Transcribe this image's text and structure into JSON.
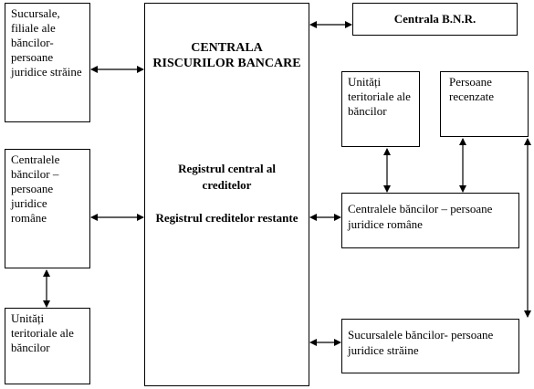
{
  "center": {
    "title": "CENTRALA RISCURILOR BANCARE",
    "sub1": "Registrul central al creditelor",
    "sub2": "Registrul creditelor restante"
  },
  "left": {
    "box1": "Sucursale, filiale ale băncilor-persoane juridice străine",
    "box2": "Centralele băncilor – persoane juridice române",
    "box3": "Unități teritoriale ale băncilor"
  },
  "right": {
    "bnr": "Centrala B.N.R.",
    "unitati": "Unități teritoriale ale băncilor",
    "persoane": "Persoane recenzate",
    "centralele": "Centralele băncilor – persoane juridice române",
    "sucursalele": "Sucursalele băncilor- persoane juridice străine"
  }
}
